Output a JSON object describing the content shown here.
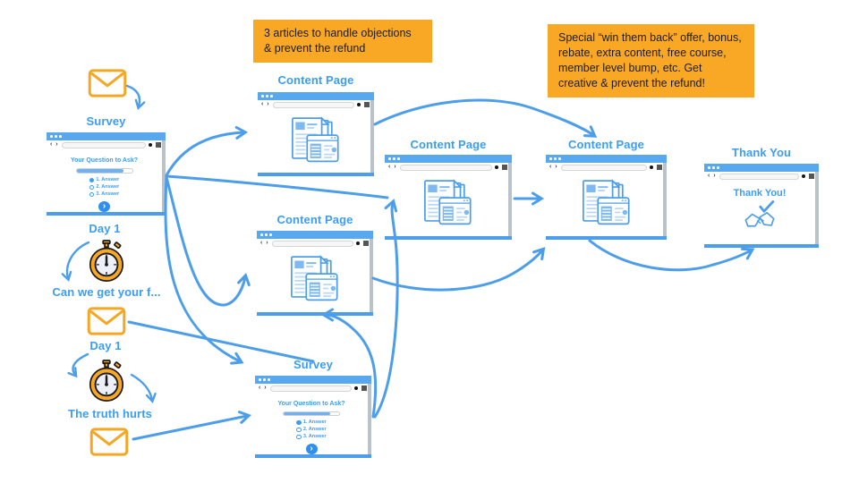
{
  "callouts": {
    "objections": "3 articles to handle objections & prevent the refund",
    "winback": "Special “win them back” offer, bonus, rebate, extra content, free course, member level bump, etc. Get creative & prevent the refund!"
  },
  "timeline": {
    "day1_first": "Day 1",
    "email_subject_1": "Can we get your f...",
    "day1_second": "Day 1",
    "email_subject_2": "The truth hurts"
  },
  "windows": {
    "survey1": {
      "label": "Survey"
    },
    "content1": {
      "label": "Content Page"
    },
    "content2": {
      "label": "Content Page"
    },
    "content3": {
      "label": "Content Page"
    },
    "content4": {
      "label": "Content Page"
    },
    "survey2": {
      "label": "Survey"
    },
    "thankyou": {
      "label": "Thank You",
      "message": "Thank You!"
    }
  },
  "survey_content": {
    "question": "Your Question to Ask?",
    "answers": [
      "1. Answer",
      "2. Answer",
      "3. Answer"
    ],
    "selected_answer_index": 0,
    "progress_percent": 84,
    "next_button": "›"
  },
  "icons": {
    "envelope": "✉",
    "stopwatch": "⏱",
    "handshake": "🤝",
    "check": "✓",
    "nav_arrows": "‹ ›",
    "window_dots": "•••",
    "menu": "≡",
    "record": "●"
  },
  "colors": {
    "arrow_blue": "#4D9EEA",
    "label_blue": "#3B9DF5",
    "titlebar_blue": "#58A8F0",
    "fill_blue": "#7FB9F2",
    "orange": "#F9A826",
    "envelope_orange": "#F5A623",
    "window_gray": "#BCC2C9"
  }
}
